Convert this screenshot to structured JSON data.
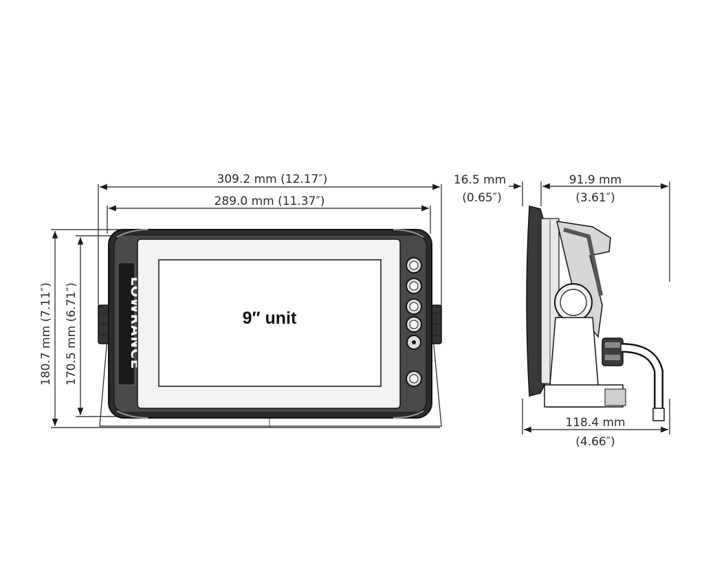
{
  "front_view": {
    "overall_width": "309.2 mm (12.17″)",
    "inner_width": "289.0 mm (11.37″)",
    "overall_height": "180.7 mm (7.11″)",
    "inner_height": "170.5 mm (6.71″)",
    "screen_label": "9″ unit",
    "brand_logo": "LOWRANCE"
  },
  "side_view": {
    "depth_mm": "16.5 mm",
    "depth_in": "(0.65″)",
    "bracket_depth_mm": "91.9 mm",
    "bracket_depth_in": "(3.61″)",
    "total_depth_mm": "118.4 mm",
    "total_depth_in": "(4.66″)"
  },
  "icons": [
    "arrowhead-icon",
    "button-icon",
    "knob-icon"
  ]
}
